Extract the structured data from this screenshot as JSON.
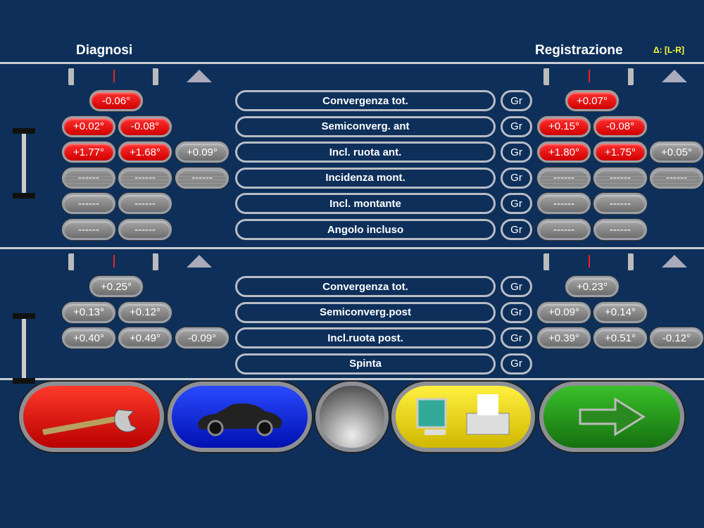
{
  "header": {
    "left_title": "Diagnosi",
    "right_title": "Registrazione",
    "delta_label": "Δ: [L-R]"
  },
  "front": {
    "rows": [
      {
        "label": "Convergenza tot.",
        "gr": "Gr",
        "left": [
          "-0.06°"
        ],
        "right": [
          "+0.07°"
        ],
        "style": "red",
        "single": true
      },
      {
        "label": "Semiconverg. ant",
        "gr": "Gr",
        "left": [
          "+0.02°",
          "-0.08°"
        ],
        "right": [
          "+0.15°",
          "-0.08°"
        ],
        "style": "red"
      },
      {
        "label": "Incl. ruota ant.",
        "gr": "Gr",
        "left": [
          "+1.77°",
          "+1.68°",
          "+0.09°"
        ],
        "right": [
          "+1.80°",
          "+1.75°",
          "+0.05°"
        ],
        "style": "red3"
      },
      {
        "label": "Incidenza mont.",
        "gr": "Gr",
        "left": [
          "------",
          "------",
          "------"
        ],
        "right": [
          "------",
          "------",
          "------"
        ],
        "style": "grid"
      },
      {
        "label": "Incl. montante",
        "gr": "Gr",
        "left": [
          "------",
          "------"
        ],
        "right": [
          "------",
          "------"
        ],
        "style": "grey"
      },
      {
        "label": "Angolo incluso",
        "gr": "Gr",
        "left": [
          "------",
          "------"
        ],
        "right": [
          "------",
          "------"
        ],
        "style": "grey"
      }
    ]
  },
  "rear": {
    "rows": [
      {
        "label": "Convergenza tot.",
        "gr": "Gr",
        "left": [
          "+0.25°"
        ],
        "right": [
          "+0.23°"
        ],
        "style": "grey",
        "single": true
      },
      {
        "label": "Semiconverg.post",
        "gr": "Gr",
        "left": [
          "+0.13°",
          "+0.12°"
        ],
        "right": [
          "+0.09°",
          "+0.14°"
        ],
        "style": "grey"
      },
      {
        "label": "Incl.ruota post.",
        "gr": "Gr",
        "left": [
          "+0.40°",
          "+0.49°",
          "-0.09°"
        ],
        "right": [
          "+0.39°",
          "+0.51°",
          "-0.12°"
        ],
        "style": "grey"
      },
      {
        "label": "Spinta",
        "gr": "Gr",
        "left": [],
        "right": [],
        "style": "grey"
      }
    ]
  },
  "toolbar": [
    "adjust-button",
    "vehicle-button",
    "neutral-button",
    "print-button",
    "next-button"
  ]
}
